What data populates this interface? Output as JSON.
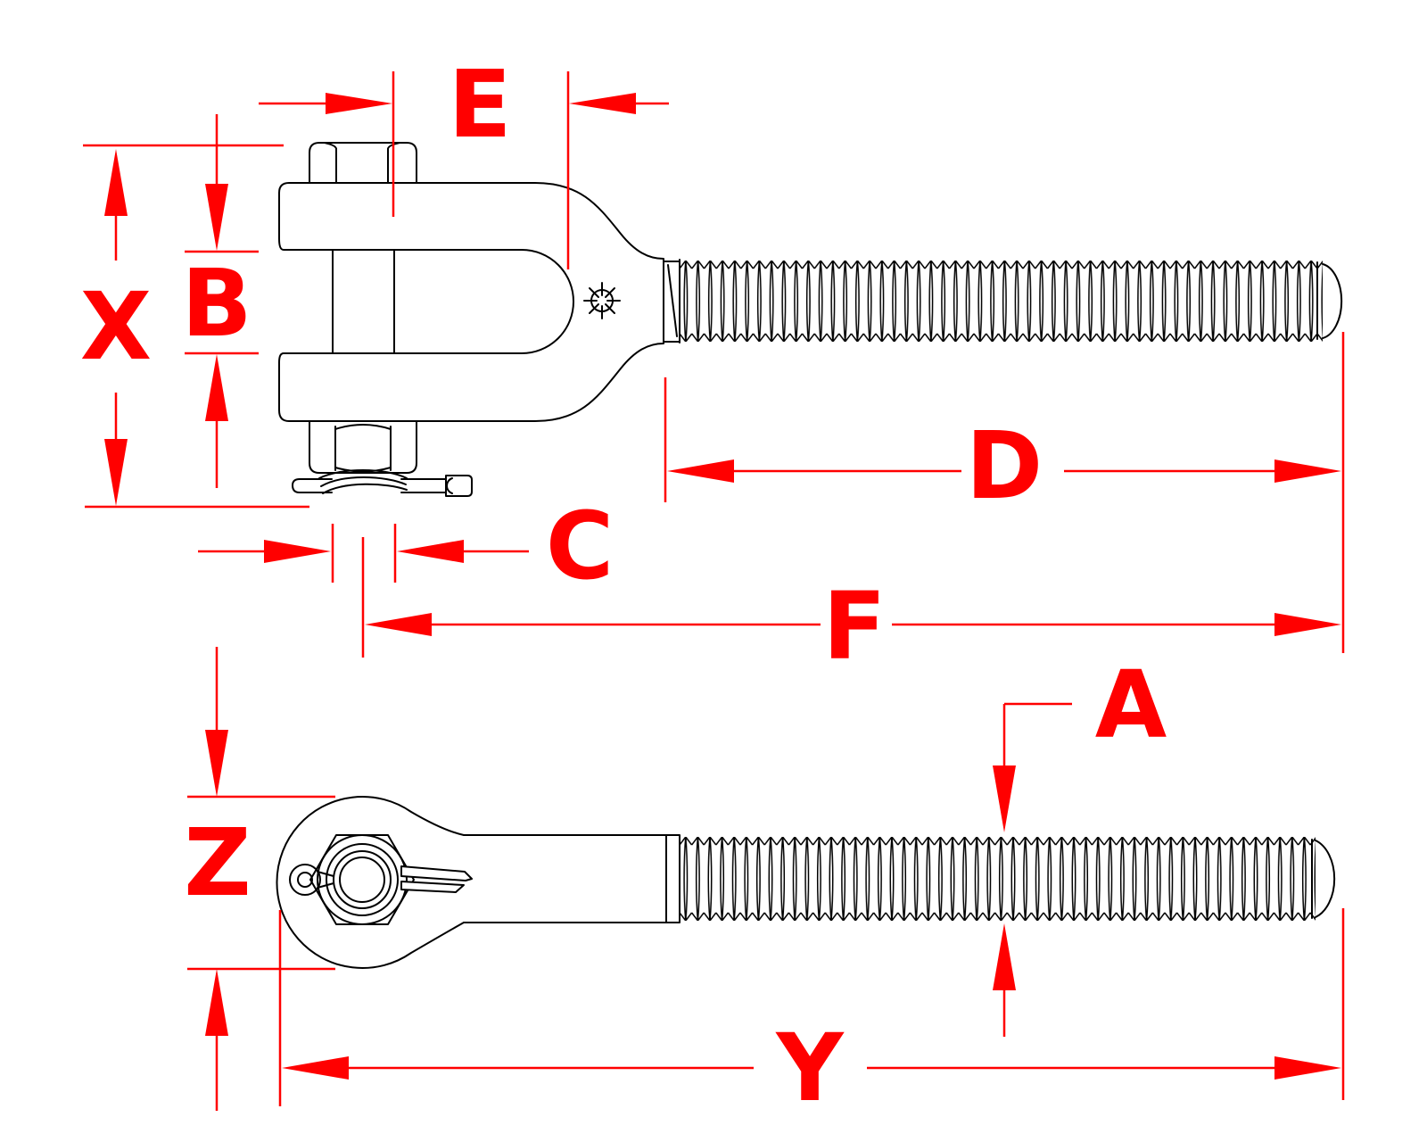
{
  "colors": {
    "outline": "#000000",
    "dimension": "#FF0000",
    "background": "#FFFFFF"
  },
  "labels": {
    "A": "A",
    "B": "B",
    "C": "C",
    "D": "D",
    "E": "E",
    "F": "F",
    "X": "X",
    "Y": "Y",
    "Z": "Z"
  }
}
